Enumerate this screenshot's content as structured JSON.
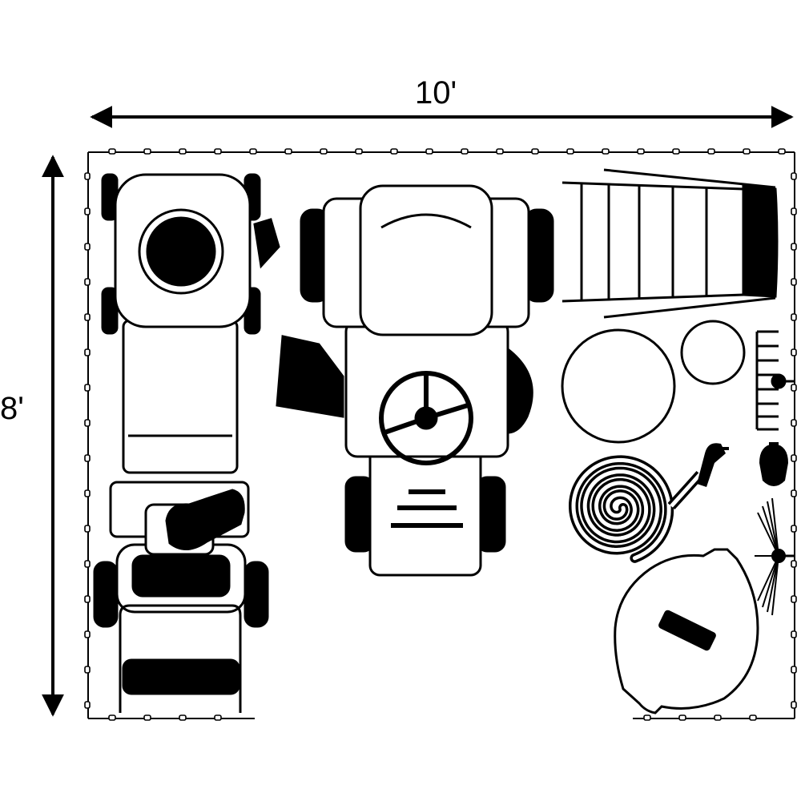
{
  "dimensions": {
    "width_label": "10'",
    "height_label": "8'"
  },
  "colors": {
    "ink": "#000000",
    "paper": "#ffffff"
  },
  "items": [
    "push-mower",
    "riding-mower",
    "ladder",
    "round-object-large",
    "round-object-small",
    "rake-head",
    "garden-hose",
    "hose-nozzle",
    "leaf-blower",
    "broom",
    "garden-cart",
    "wheelbarrow"
  ]
}
